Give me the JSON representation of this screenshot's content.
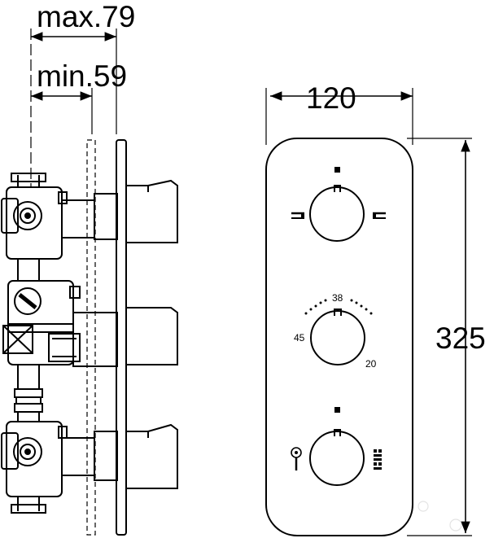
{
  "dimensions": {
    "max_depth": "max.79",
    "min_depth": "min.59",
    "width": "120",
    "height": "325"
  },
  "temperature_scale": {
    "top": "38",
    "left": "45",
    "right": "20"
  },
  "icons": {
    "flow_cold": "horizontal-flow-symbol-icon",
    "flow_hot": "horizontal-flow-symbol-icon",
    "hand_shower": "hand-shower-icon",
    "overhead_shower": "overhead-shower-icon"
  },
  "colors": {
    "line": "#000000",
    "background": "#ffffff"
  }
}
